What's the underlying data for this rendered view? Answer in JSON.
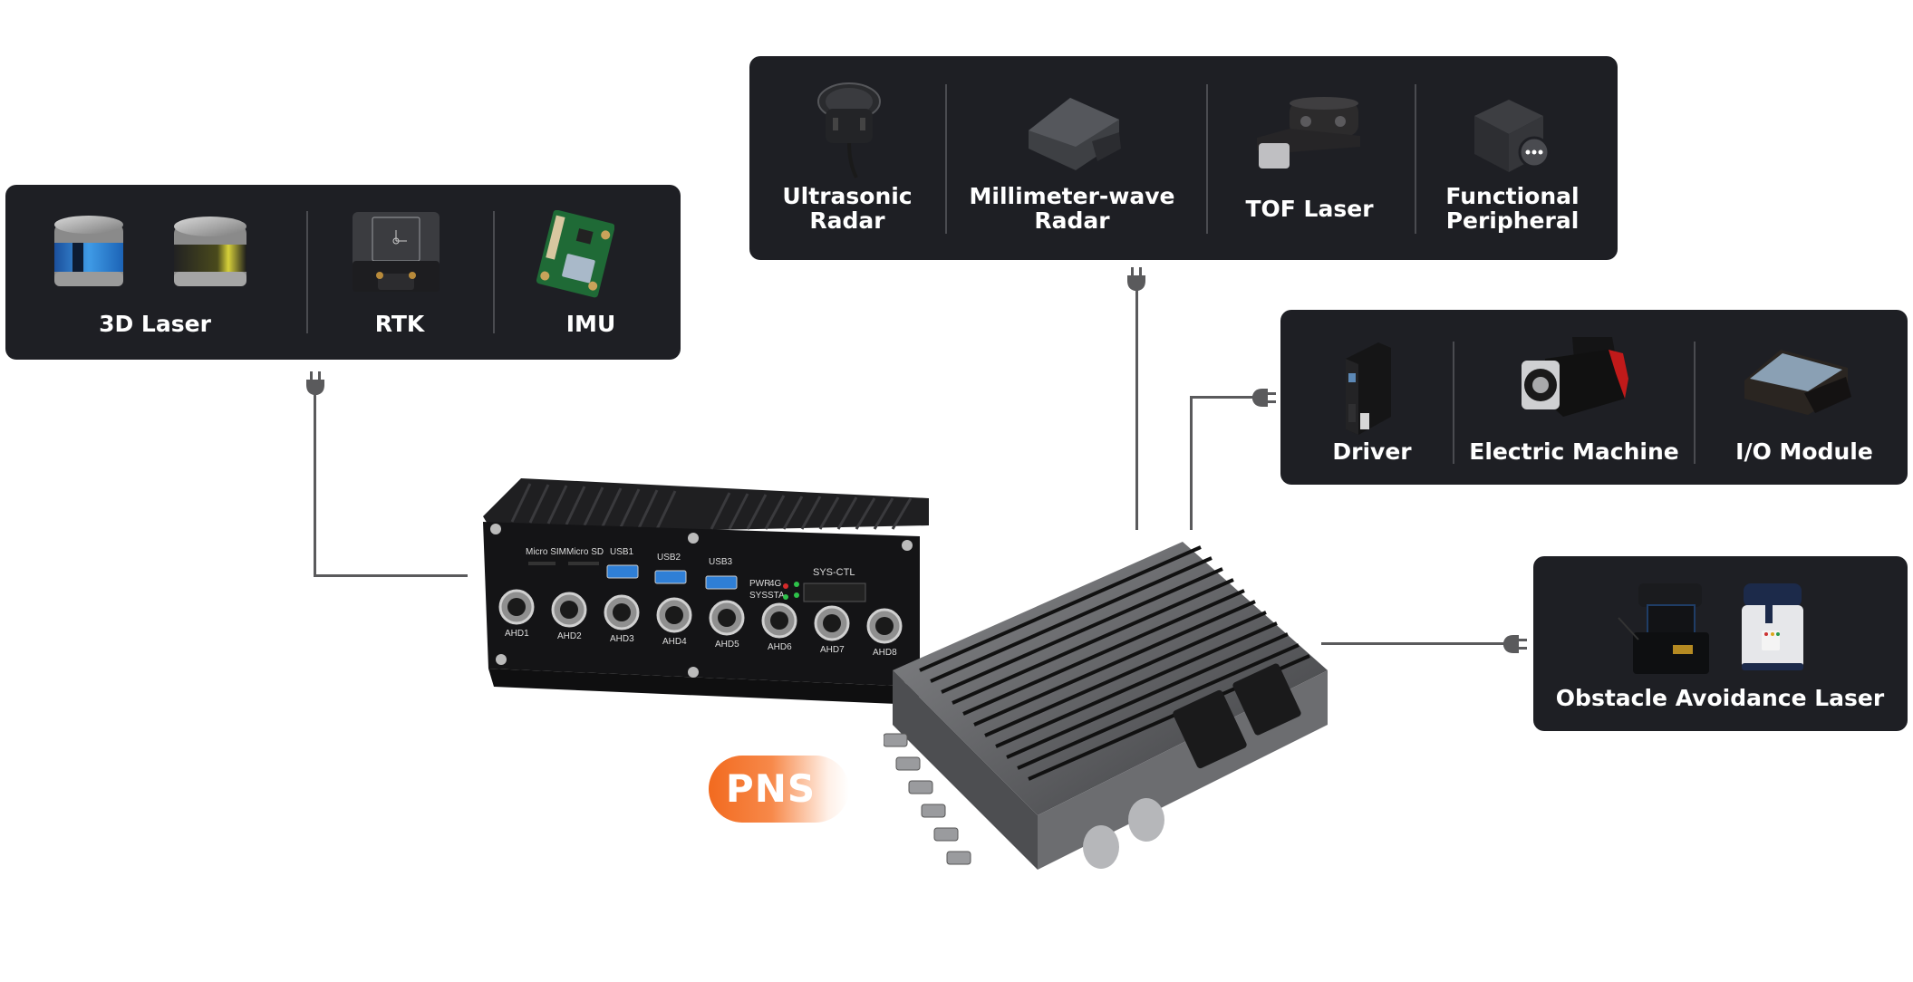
{
  "diagram": {
    "center_badge": "PNS",
    "colors": {
      "panel": "#1e1f24",
      "wire": "#5a5a5c",
      "badge": "#f26a1f"
    },
    "groups": [
      {
        "id": "positioning-sensors",
        "items": [
          {
            "label": "3D Laser",
            "icon": "3d-lidar-icon"
          },
          {
            "label": "RTK",
            "icon": "rtk-module-icon"
          },
          {
            "label": "IMU",
            "icon": "imu-board-icon"
          }
        ]
      },
      {
        "id": "perception-sensors",
        "items": [
          {
            "label_line1": "Ultrasonic",
            "label_line2": "Radar",
            "icon": "ultrasonic-radar-icon"
          },
          {
            "label_line1": "Millimeter-wave",
            "label_line2": "Radar",
            "icon": "mmwave-radar-icon"
          },
          {
            "label": "TOF Laser",
            "icon": "tof-laser-icon"
          },
          {
            "label_line1": "Functional",
            "label_line2": "Peripheral",
            "icon": "peripheral-box-icon"
          }
        ]
      },
      {
        "id": "actuation",
        "items": [
          {
            "label": "Driver",
            "icon": "servo-driver-icon"
          },
          {
            "label": "Electric Machine",
            "icon": "servo-motor-icon"
          },
          {
            "label": "I/O Module",
            "icon": "io-module-icon"
          }
        ]
      },
      {
        "id": "safety",
        "items": [
          {
            "label": "Obstacle Avoidance Laser",
            "icon": "safety-laser-scanner-icon"
          }
        ]
      }
    ],
    "controller_front_panel": {
      "slots": [
        "Micro SIM",
        "Micro SD"
      ],
      "usb": [
        "USB1",
        "USB2",
        "USB3"
      ],
      "leds": [
        "PWR",
        "4G",
        "SYS",
        "STA"
      ],
      "header": "SYS-CTL",
      "ports": [
        "AHD1",
        "AHD2",
        "AHD3",
        "AHD4",
        "AHD5",
        "AHD6",
        "AHD7",
        "AHD8"
      ]
    }
  }
}
